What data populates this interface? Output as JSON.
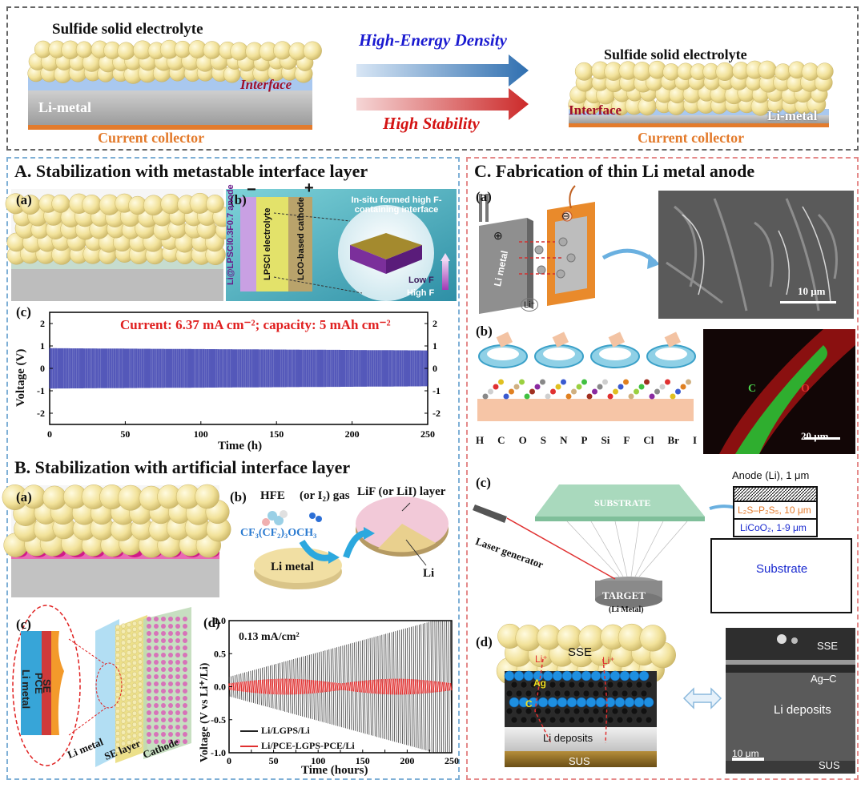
{
  "top": {
    "left_title": "Sulfide solid electrolyte",
    "left_interface": "Interface",
    "left_metal": "Li-metal",
    "left_collector": "Current collector",
    "arrow_top": "High-Energy Density",
    "arrow_bottom": "High Stability",
    "right_title": "Sulfide solid electrolyte",
    "right_interface": "Interface",
    "right_metal": "Li-metal",
    "right_collector": "Current collector"
  },
  "sectionA": {
    "title": "A. Stabilization with metastable interface layer",
    "a": "(a)",
    "b": "(b)",
    "b_anode": "Li@LPSCl0.3F0.7 anode",
    "b_electrolyte": "LPSCl electrolyte",
    "b_cathode": "LCO-based cathode",
    "b_caption": "In-situ formed high F-containing interface",
    "b_lowf": "Low F",
    "b_highf": "High F",
    "minus": "−",
    "plus": "+",
    "c": "(c)",
    "c_note": "Current: 6.37 mA cm⁻²; capacity: 5 mAh cm⁻²",
    "c_ylabel": "Voltage (V)",
    "c_xlabel": "Time (h)"
  },
  "sectionB": {
    "title": "B. Stabilization with artificial interface layer",
    "a": "(a)",
    "b": "(b)",
    "b_hfe": "HFE",
    "b_gas": "(or I₂) gas",
    "b_formula": "CF₃(CF₂)₃OCH₃",
    "b_layer": "LiF (or LiI) layer",
    "b_limetal": "Li metal",
    "b_li": "Li",
    "c": "(c)",
    "c_se": "SE",
    "c_pce": "PCE",
    "c_limetal_inset": "Li metal",
    "c_limetal": "Li metal",
    "c_selayer": "SE layer",
    "c_cathode": "Cathode",
    "d": "(d)",
    "d_note": "0.13 mA/cm²",
    "d_ylabel": "Voltage (V vs Li⁺/Li)",
    "d_xlabel": "Time (hours)"
  },
  "sectionC": {
    "title": "C. Fabrication of thin Li metal anode",
    "a": "(a)",
    "a_limetal": "Li metal",
    "a_plus": "⊕",
    "a_minus": "⊖",
    "a_li": "Li⁺",
    "a_scale": "10 μm",
    "b": "(b)",
    "b_elements": [
      "H",
      "C",
      "O",
      "S",
      "N",
      "P",
      "Si",
      "F",
      "Cl",
      "Br",
      "I"
    ],
    "b_C": "C",
    "b_O": "O",
    "b_scale": "20 μm",
    "c": "(c)",
    "c_substrate_plate": "SUBSTRATE",
    "c_laser": "Laser generator",
    "c_target": "TARGET",
    "c_target_sub": "(Li Metal)",
    "c_layer1": "Anode (Li), 1 μm",
    "c_layer2": "L₂S–P₂S₅, 10 μm",
    "c_layer3": "LiCoO₂, 1-9 μm",
    "c_layer4": "Substrate",
    "d": "(d)",
    "d_sse": "SSE",
    "d_li1": "Li⁺",
    "d_li2": "Li⁺",
    "d_ag": "Ag",
    "d_c": "C",
    "d_lideposits": "Li deposits",
    "d_sus": "SUS",
    "d_sem_sse": "SSE",
    "d_sem_agc": "Ag–C",
    "d_sem_li": "Li deposits",
    "d_sem_sus": "SUS",
    "d_sem_scale": "10 μm"
  },
  "colors": {
    "sphere": "#f3e6a0",
    "blue_arrow": "#2f6fb0",
    "red_arrow": "#cc2a2a",
    "orange": "#e37b2c",
    "dark_red_text": "#a0102a",
    "plot_blue": "#2a2fa8",
    "plot_red": "#e03030"
  },
  "chart_data": [
    {
      "type": "line",
      "title": "Current: 6.37 mA cm⁻²; capacity: 5 mAh cm⁻²",
      "xlabel": "Time (h)",
      "ylabel": "Voltage (V)",
      "xlim": [
        0,
        250
      ],
      "ylim": [
        -2.5,
        2.5
      ],
      "xticks": [
        0,
        50,
        100,
        150,
        200,
        250
      ],
      "yticks": [
        -2,
        -1,
        0,
        1,
        2
      ],
      "series": [
        {
          "values_description_envelope_upper": 0.9,
          "envelope_lower": -0.9
        }
      ]
    },
    {
      "type": "line",
      "xlabel": "Time (hours)",
      "ylabel": "Voltage (V vs Li⁺/Li)",
      "xlim": [
        0,
        250
      ],
      "ylim": [
        -1.0,
        1.0
      ],
      "xticks": [
        0,
        25,
        50,
        75,
        100,
        125,
        150,
        175,
        200,
        225,
        250
      ],
      "yticks": [
        -1.0,
        -0.5,
        0.0,
        0.5,
        1.0
      ],
      "series": [
        {
          "name": "Li/LGPS/Li",
          "envelope_start": 0.15,
          "envelope_end": 1.0
        },
        {
          "name": "Li/PCE-LGPS-PCE/Li",
          "envelope_start": 0.05,
          "envelope_end": 0.12
        }
      ]
    }
  ]
}
